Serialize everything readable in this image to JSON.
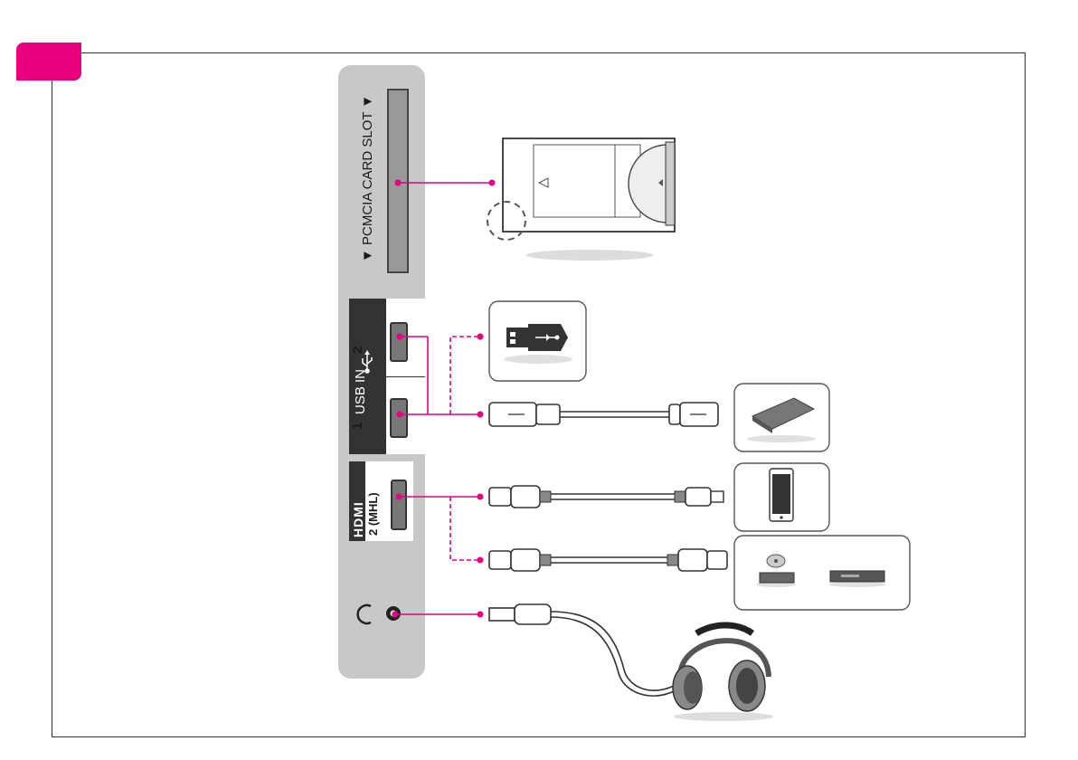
{
  "pcmcia": {
    "label": "▼ PCMCIA CARD SLOT ▼"
  },
  "usb": {
    "label": "USB IN",
    "port1": "1",
    "port2": "2"
  },
  "hdmi": {
    "logo": "HDMI",
    "label": "2 (MHL)"
  },
  "colors": {
    "accent": "#e6007e",
    "panel": "#c8c8c8",
    "dark": "#333333"
  }
}
